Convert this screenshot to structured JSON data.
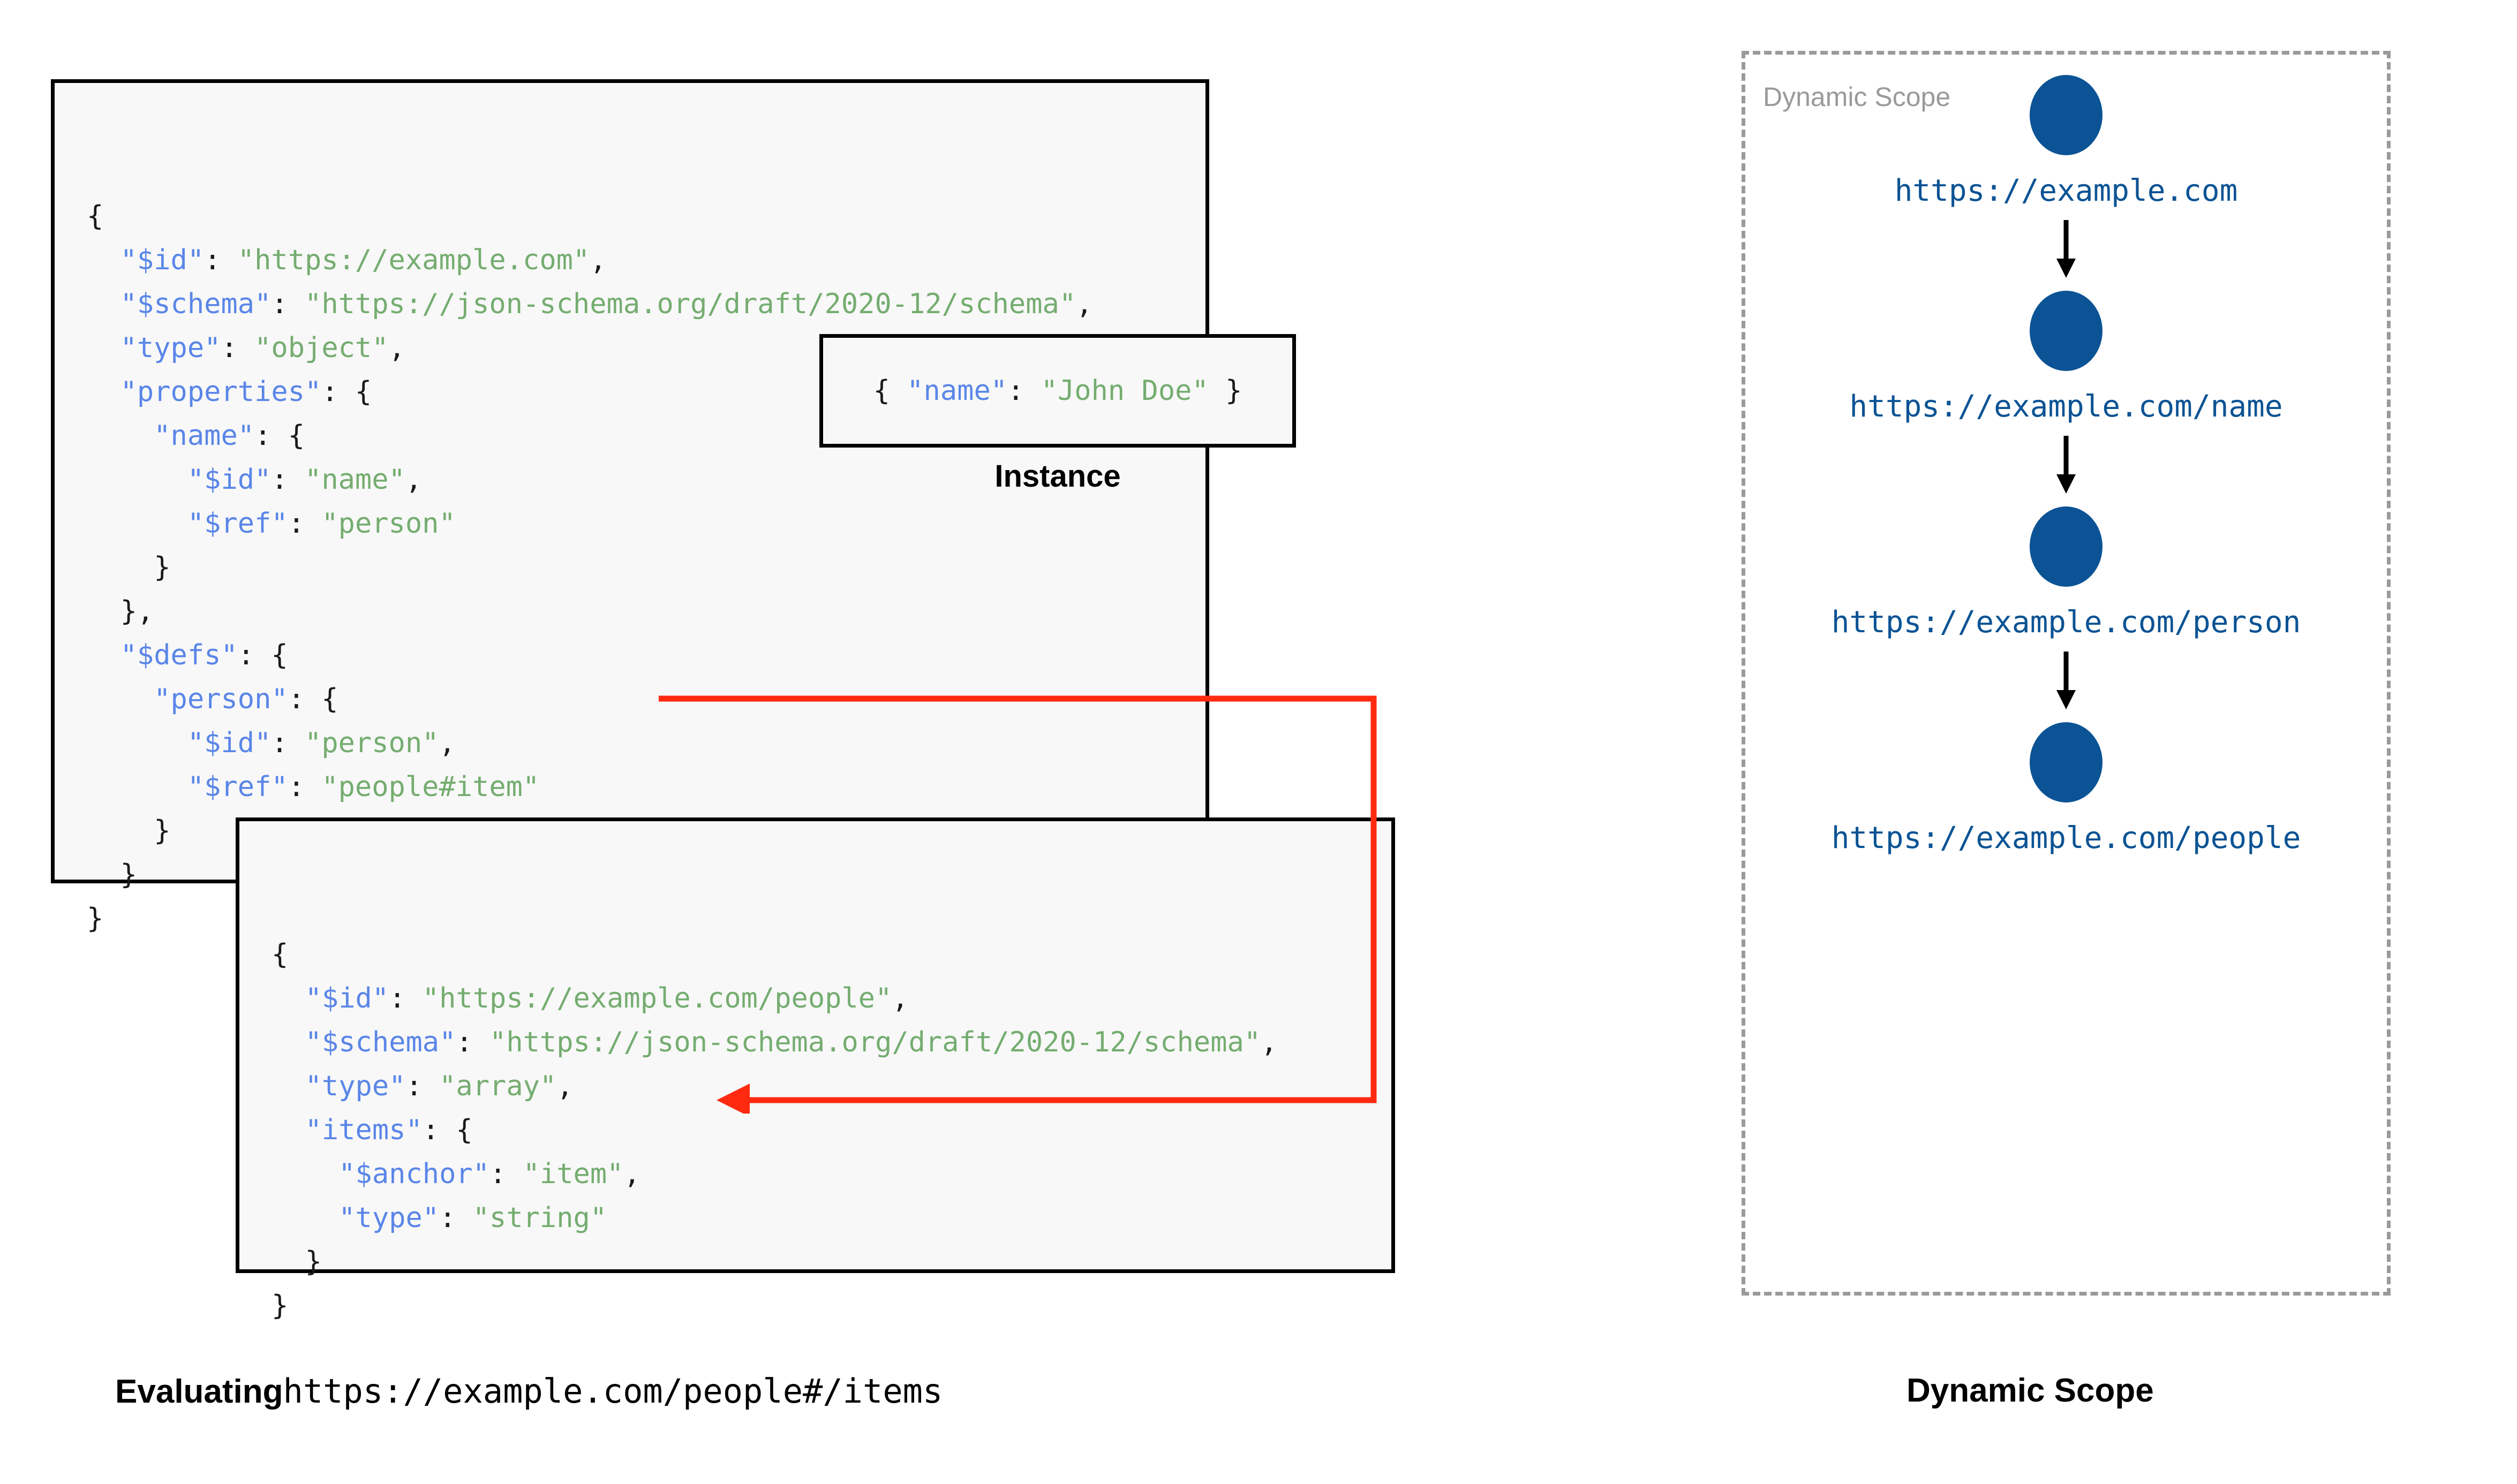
{
  "schema_root": {
    "lines": [
      [
        {
          "t": "{",
          "c": "p"
        }
      ],
      [
        {
          "t": "  ",
          "c": "p"
        },
        {
          "t": "\"$id\"",
          "c": "k"
        },
        {
          "t": ": ",
          "c": "p"
        },
        {
          "t": "\"https://example.com\"",
          "c": "v"
        },
        {
          "t": ",",
          "c": "p"
        }
      ],
      [
        {
          "t": "  ",
          "c": "p"
        },
        {
          "t": "\"$schema\"",
          "c": "k"
        },
        {
          "t": ": ",
          "c": "p"
        },
        {
          "t": "\"https://json-schema.org/draft/2020-12/schema\"",
          "c": "v"
        },
        {
          "t": ",",
          "c": "p"
        }
      ],
      [
        {
          "t": "  ",
          "c": "p"
        },
        {
          "t": "\"type\"",
          "c": "k"
        },
        {
          "t": ": ",
          "c": "p"
        },
        {
          "t": "\"object\"",
          "c": "v"
        },
        {
          "t": ",",
          "c": "p"
        }
      ],
      [
        {
          "t": "  ",
          "c": "p"
        },
        {
          "t": "\"properties\"",
          "c": "k"
        },
        {
          "t": ": {",
          "c": "p"
        }
      ],
      [
        {
          "t": "    ",
          "c": "p"
        },
        {
          "t": "\"name\"",
          "c": "k"
        },
        {
          "t": ": {",
          "c": "p"
        }
      ],
      [
        {
          "t": "      ",
          "c": "p"
        },
        {
          "t": "\"$id\"",
          "c": "k"
        },
        {
          "t": ": ",
          "c": "p"
        },
        {
          "t": "\"name\"",
          "c": "v"
        },
        {
          "t": ",",
          "c": "p"
        }
      ],
      [
        {
          "t": "      ",
          "c": "p"
        },
        {
          "t": "\"$ref\"",
          "c": "k"
        },
        {
          "t": ": ",
          "c": "p"
        },
        {
          "t": "\"person\"",
          "c": "v"
        }
      ],
      [
        {
          "t": "    }",
          "c": "p"
        }
      ],
      [
        {
          "t": "  },",
          "c": "p"
        }
      ],
      [
        {
          "t": "  ",
          "c": "p"
        },
        {
          "t": "\"$defs\"",
          "c": "k"
        },
        {
          "t": ": {",
          "c": "p"
        }
      ],
      [
        {
          "t": "    ",
          "c": "p"
        },
        {
          "t": "\"person\"",
          "c": "k"
        },
        {
          "t": ": {",
          "c": "p"
        }
      ],
      [
        {
          "t": "      ",
          "c": "p"
        },
        {
          "t": "\"$id\"",
          "c": "k"
        },
        {
          "t": ": ",
          "c": "p"
        },
        {
          "t": "\"person\"",
          "c": "v"
        },
        {
          "t": ",",
          "c": "p"
        }
      ],
      [
        {
          "t": "      ",
          "c": "p"
        },
        {
          "t": "\"$ref\"",
          "c": "k"
        },
        {
          "t": ": ",
          "c": "p"
        },
        {
          "t": "\"people#item\"",
          "c": "v"
        }
      ],
      [
        {
          "t": "    }",
          "c": "p"
        }
      ],
      [
        {
          "t": "  }",
          "c": "p"
        }
      ],
      [
        {
          "t": "}",
          "c": "p"
        }
      ]
    ]
  },
  "schema_people": {
    "lines": [
      [
        {
          "t": "{",
          "c": "p"
        }
      ],
      [
        {
          "t": "  ",
          "c": "p"
        },
        {
          "t": "\"$id\"",
          "c": "k"
        },
        {
          "t": ": ",
          "c": "p"
        },
        {
          "t": "\"https://example.com/people\"",
          "c": "v"
        },
        {
          "t": ",",
          "c": "p"
        }
      ],
      [
        {
          "t": "  ",
          "c": "p"
        },
        {
          "t": "\"$schema\"",
          "c": "k"
        },
        {
          "t": ": ",
          "c": "p"
        },
        {
          "t": "\"https://json-schema.org/draft/2020-12/schema\"",
          "c": "v"
        },
        {
          "t": ",",
          "c": "p"
        }
      ],
      [
        {
          "t": "  ",
          "c": "p"
        },
        {
          "t": "\"type\"",
          "c": "k"
        },
        {
          "t": ": ",
          "c": "p"
        },
        {
          "t": "\"array\"",
          "c": "v"
        },
        {
          "t": ",",
          "c": "p"
        }
      ],
      [
        {
          "t": "  ",
          "c": "p"
        },
        {
          "t": "\"items\"",
          "c": "k"
        },
        {
          "t": ": {",
          "c": "p"
        }
      ],
      [
        {
          "t": "    ",
          "c": "p"
        },
        {
          "t": "\"$anchor\"",
          "c": "k"
        },
        {
          "t": ": ",
          "c": "p"
        },
        {
          "t": "\"item\"",
          "c": "v"
        },
        {
          "t": ",",
          "c": "p"
        }
      ],
      [
        {
          "t": "    ",
          "c": "p"
        },
        {
          "t": "\"type\"",
          "c": "k"
        },
        {
          "t": ": ",
          "c": "p"
        },
        {
          "t": "\"string\"",
          "c": "v"
        }
      ],
      [
        {
          "t": "  }",
          "c": "p"
        }
      ],
      [
        {
          "t": "}",
          "c": "p"
        }
      ]
    ]
  },
  "instance": {
    "lines": [
      [
        {
          "t": "{ ",
          "c": "p"
        },
        {
          "t": "\"name\"",
          "c": "k"
        },
        {
          "t": ": ",
          "c": "p"
        },
        {
          "t": "\"John Doe\"",
          "c": "v"
        },
        {
          "t": " }",
          "c": "p"
        }
      ]
    ],
    "caption": "Instance"
  },
  "dynamic_scope": {
    "panel_label": "Dynamic Scope",
    "caption": "Dynamic Scope",
    "node_color": "#0b5394",
    "border_color": "#9a9a9a",
    "nodes": [
      {
        "label": "https://example.com"
      },
      {
        "label": "https://example.com/name"
      },
      {
        "label": "https://example.com/person"
      },
      {
        "label": "https://example.com/people"
      }
    ]
  },
  "captions": {
    "evaluating_prefix": "Evaluating",
    "evaluating_uri": "https://example.com/people#/items"
  },
  "colors": {
    "key": "#5a86e8",
    "value": "#75ad70",
    "punctuation": "#1a1a1a",
    "box_border": "#000000",
    "box_fill": "#f8f8f8",
    "ref_arrow": "#ff2a10",
    "scope_node": "#0b5394",
    "scope_border": "#9a9a9a"
  }
}
